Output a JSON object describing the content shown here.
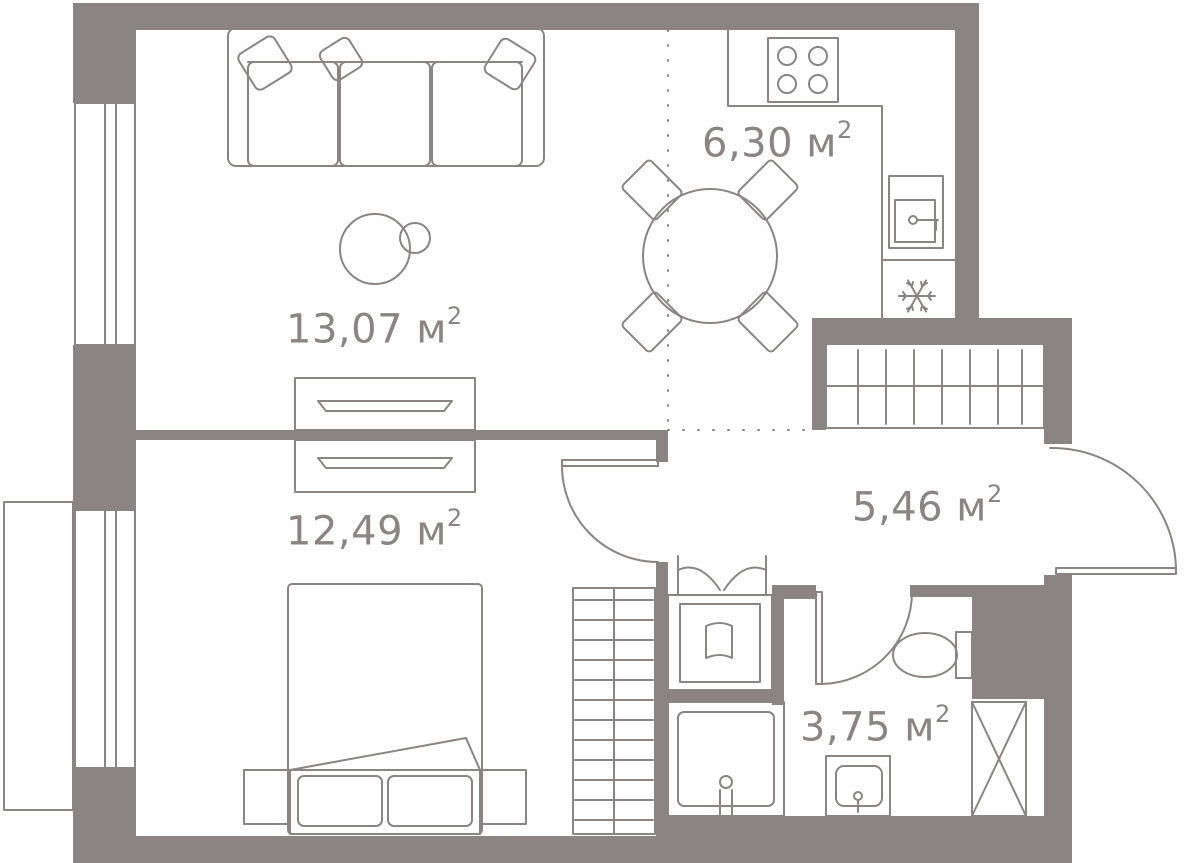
{
  "rooms": [
    {
      "id": "kitchen",
      "area": "6,30 м",
      "exponent": "2"
    },
    {
      "id": "living",
      "area": "13,07 м",
      "exponent": "2"
    },
    {
      "id": "bedroom",
      "area": "12,49 м",
      "exponent": "2"
    },
    {
      "id": "hallway",
      "area": "5,46 м",
      "exponent": "2"
    },
    {
      "id": "bathroom",
      "area": "3,75 м",
      "exponent": "2"
    }
  ],
  "colors": {
    "wall": "#8a8582",
    "background": "#ffffff"
  },
  "icons": [
    "snowflake-icon",
    "stove-icon",
    "sink-icon"
  ]
}
